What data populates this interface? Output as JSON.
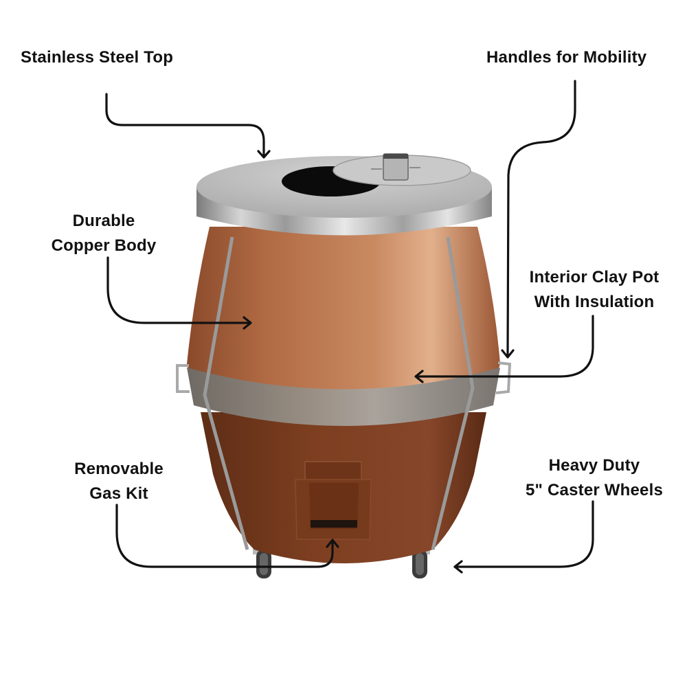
{
  "product": {
    "name": "copper-tandoor-oven",
    "colors": {
      "copper_upper": "#b36b45",
      "copper_lower": "#7a3c1e",
      "steel": "#c8c8c8",
      "steel_dark": "#8f8f8f",
      "arrow": "#111111",
      "background": "#ffffff"
    }
  },
  "callouts": [
    {
      "id": "top",
      "lines": [
        "Stainless Steel Top"
      ]
    },
    {
      "id": "handles",
      "lines": [
        "Handles for Mobility"
      ]
    },
    {
      "id": "body",
      "lines": [
        "Durable",
        "Copper Body"
      ]
    },
    {
      "id": "clay",
      "lines": [
        "Interior Clay Pot",
        "With Insulation"
      ]
    },
    {
      "id": "gas",
      "lines": [
        "Removable",
        "Gas Kit"
      ]
    },
    {
      "id": "wheels",
      "lines": [
        "Heavy Duty",
        "5\" Caster Wheels"
      ]
    }
  ]
}
